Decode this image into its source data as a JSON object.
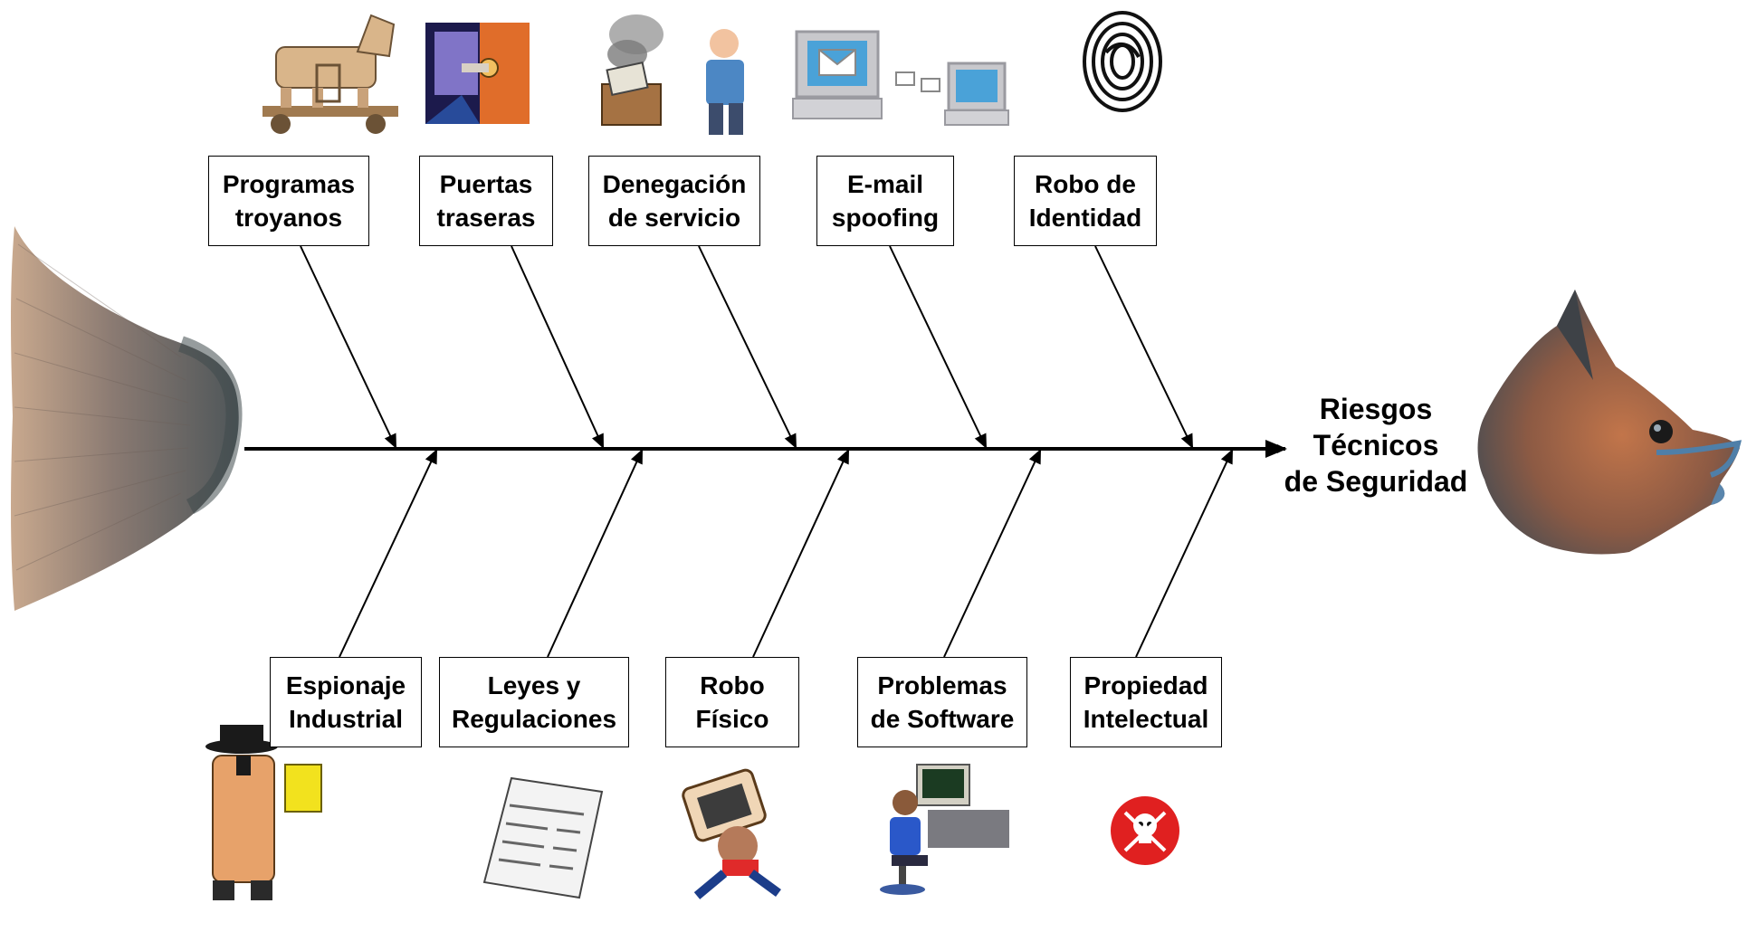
{
  "effect": {
    "label": "Riesgos\nTécnicos\nde Seguridad"
  },
  "causes_top": [
    {
      "label": "Programas\ntroyanos",
      "icon": "trojan-horse-icon"
    },
    {
      "label": "Puertas\ntraseras",
      "icon": "key-door-icon"
    },
    {
      "label": "Denegación\nde servicio",
      "icon": "broken-computer-icon"
    },
    {
      "label": "E-mail\nspoofing",
      "icon": "email-computers-icon"
    },
    {
      "label": "Robo de\nIdentidad",
      "icon": "fingerprint-icon"
    }
  ],
  "causes_bottom": [
    {
      "label": "Espionaje\nIndustrial",
      "icon": "spy-icon"
    },
    {
      "label": "Leyes y\nRegulaciones",
      "icon": "document-icon"
    },
    {
      "label": "Robo\nFísico",
      "icon": "thief-monitor-icon"
    },
    {
      "label": "Problemas\nde Software",
      "icon": "computer-user-icon"
    },
    {
      "label": "Propiedad\nIntelectual",
      "icon": "skull-crossbones-icon"
    }
  ],
  "colors": {
    "line": "#000000",
    "fish_dark": "#4b4c4f",
    "fish_orange": "#c97a4a",
    "skull_red": "#e02020"
  }
}
